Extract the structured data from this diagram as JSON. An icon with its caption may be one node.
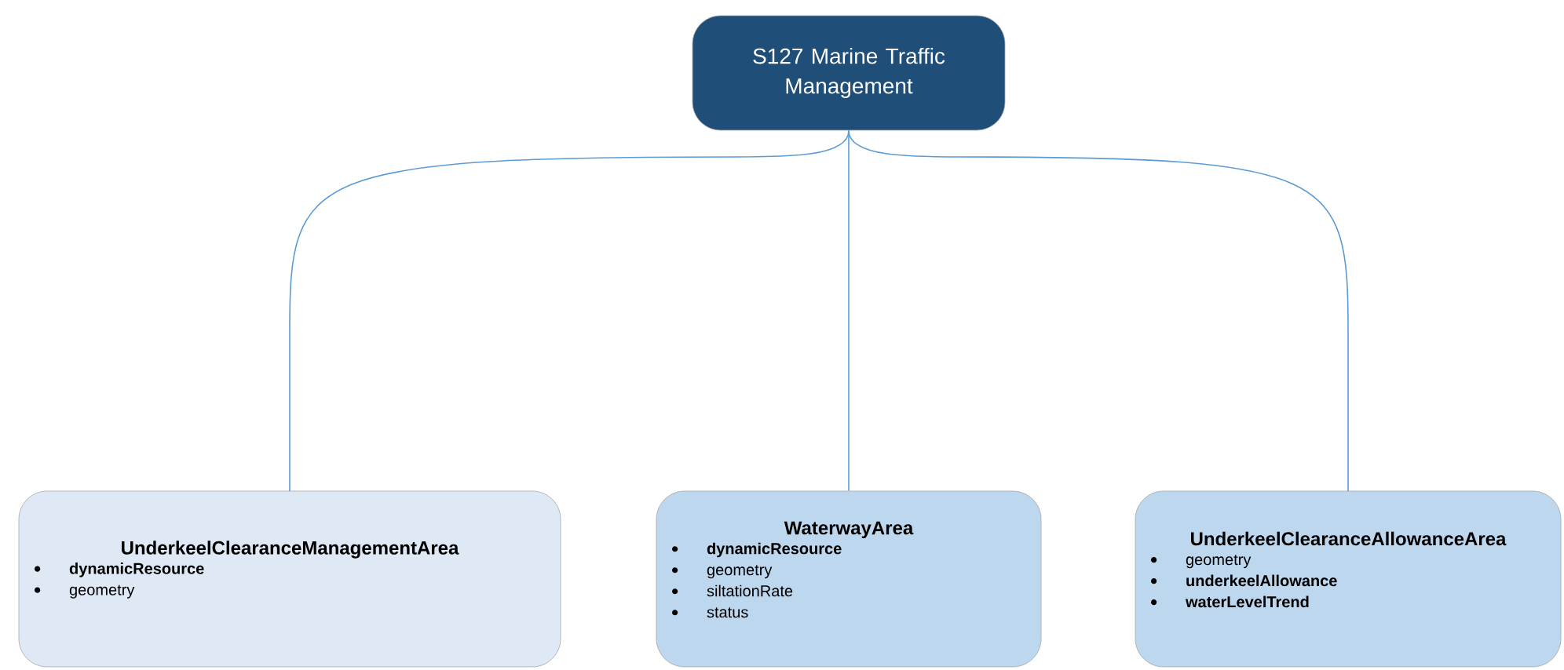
{
  "diagram": {
    "nodes": [
      {
        "text": [
          "S127 Marine Traffic Management"
        ]
      },
      {
        "text": [
          "UnderkeelClearanceManagementArea",
          "dynamicResource",
          "geometry"
        ]
      },
      {
        "text": [
          "WaterwayArea",
          "dynamicResource",
          "geometry",
          "siltationRate",
          "status"
        ]
      },
      {
        "text": [
          "UnderkeelClearanceAllowanceArea",
          "geometry",
          "underkeelAllowance",
          "waterLevelTrend"
        ]
      }
    ],
    "edges": [
      {
        "from": 0,
        "to": 1,
        "arrow": "none"
      },
      {
        "from": 0,
        "to": 2,
        "arrow": "none"
      },
      {
        "from": 0,
        "to": 3,
        "arrow": "none"
      }
    ]
  }
}
